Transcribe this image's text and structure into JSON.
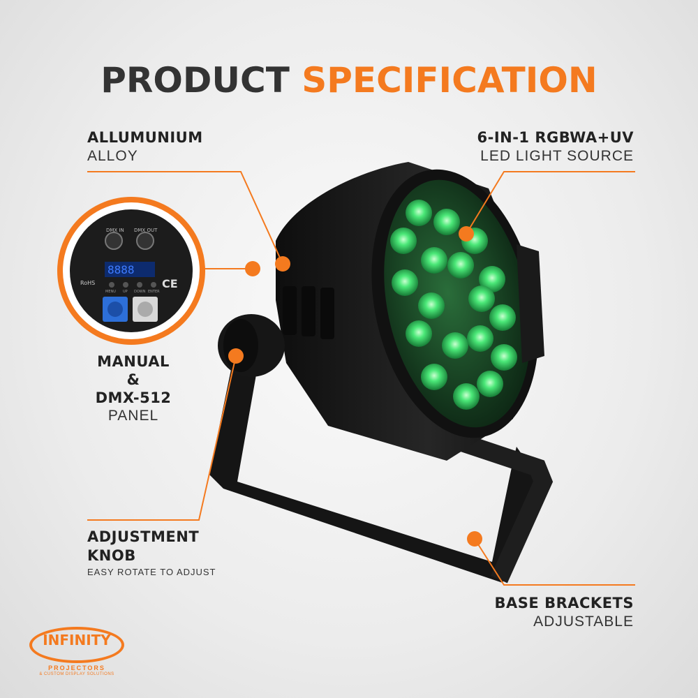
{
  "header": {
    "title_dark": "PRODUCT",
    "title_accent": "SPECIFICATION"
  },
  "callouts": {
    "alloy": {
      "title": "ALLUMUNIUM",
      "sub": "ALLOY"
    },
    "led": {
      "title": "6-IN-1 RGBWA+UV",
      "sub": "LED LIGHT SOURCE"
    },
    "panel": {
      "line1": "MANUAL",
      "line2": "&",
      "line3": "DMX-512",
      "line4": "PANEL"
    },
    "knob": {
      "title1": "ADJUSTMENT",
      "title2": "KNOB",
      "sub": "EASY ROTATE TO ADJUST"
    },
    "bracket": {
      "title": "BASE BRACKETS",
      "sub": "ADJUSTABLE"
    }
  },
  "panel_inset": {
    "dmx_in": "DMX IN",
    "dmx_out": "DMX OUT",
    "rohs": "RoHS",
    "ce": "CE",
    "buttons": [
      "MENU",
      "UP",
      "DOWN",
      "ENTER"
    ]
  },
  "logo": {
    "name": "INFINITY",
    "line1": "PROJECTORS",
    "line2": "& CUSTOM DISPLAY SOLUTIONS"
  },
  "colors": {
    "accent": "#f47a1f",
    "dark": "#333333",
    "led": "#3fe06a",
    "body": "#1a1a1a"
  }
}
